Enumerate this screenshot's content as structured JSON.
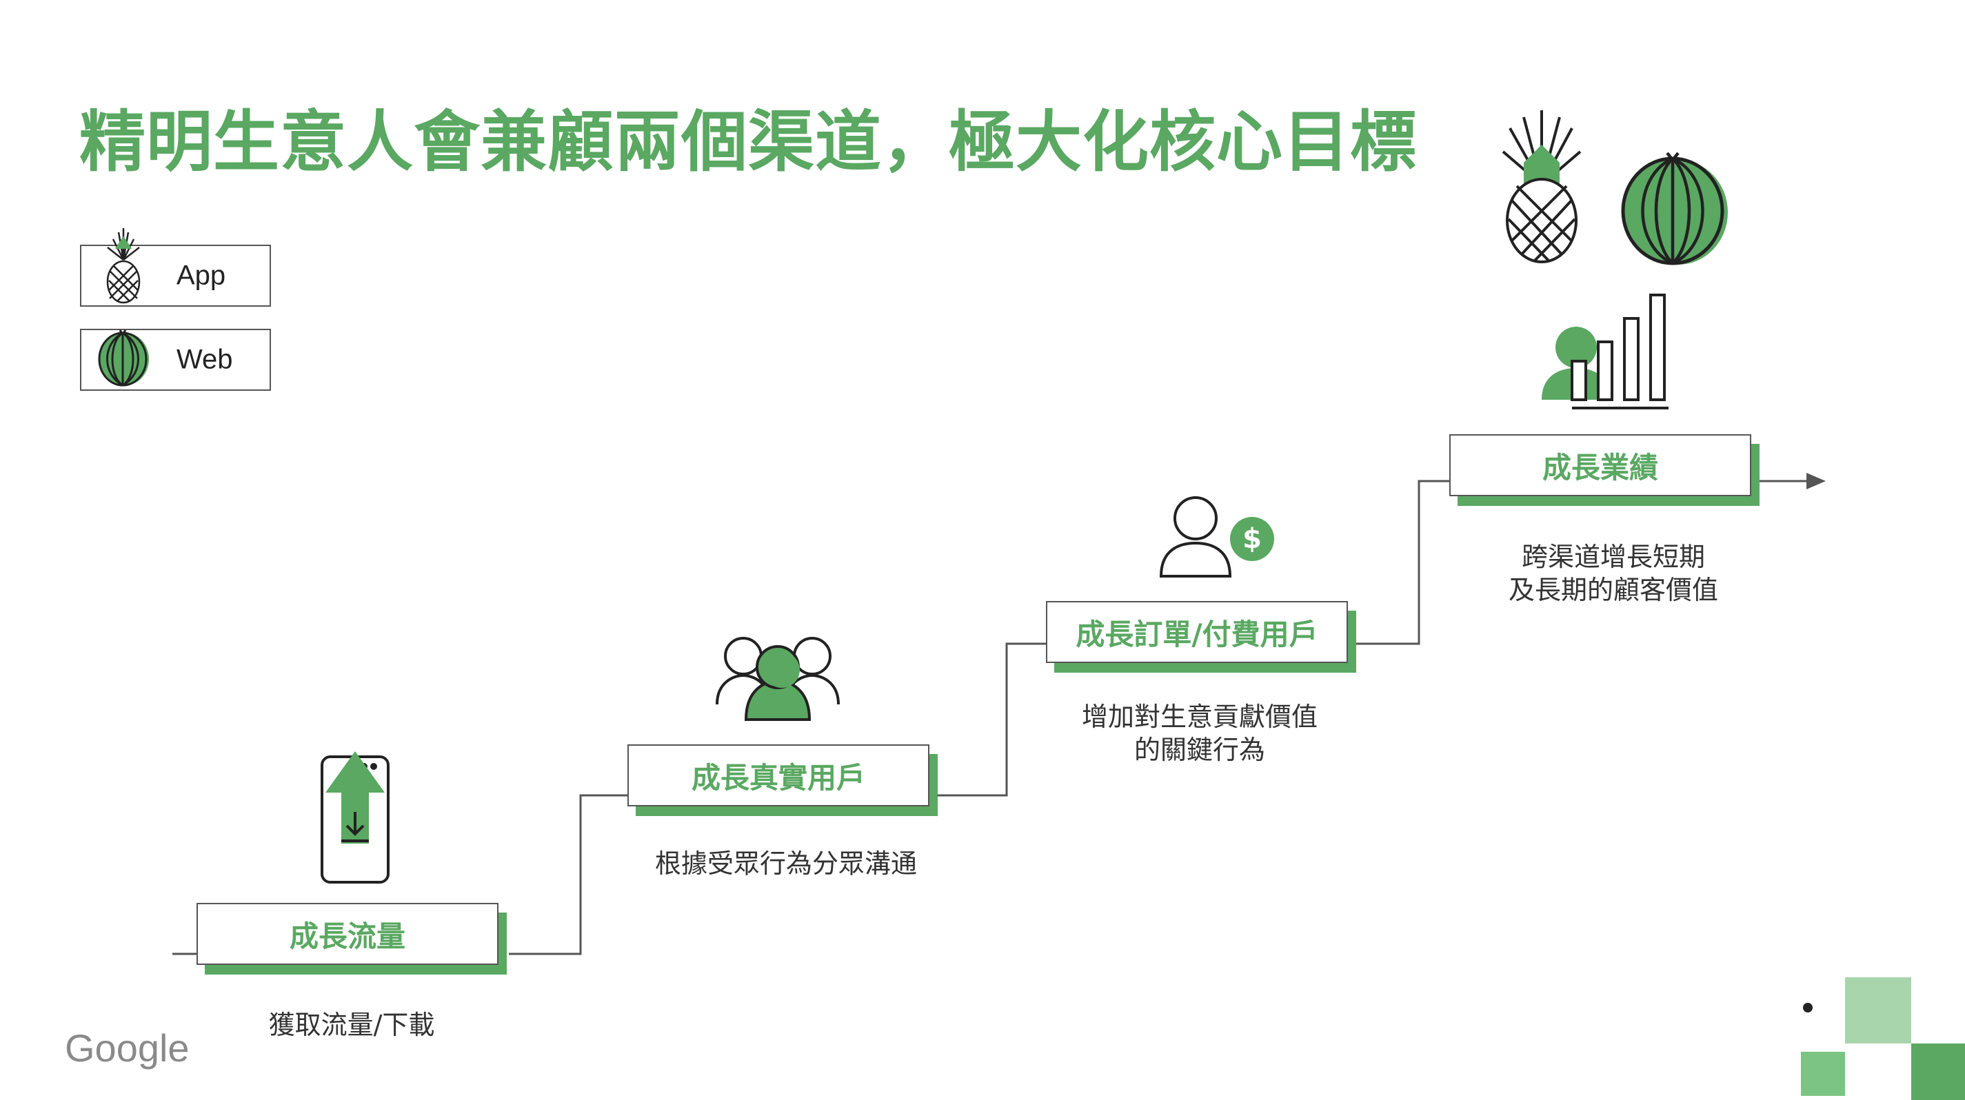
{
  "title": "精明生意人會兼顧兩個渠道，極大化核心目標",
  "legend": {
    "app": {
      "label": "App",
      "icon": "pineapple-icon"
    },
    "web": {
      "label": "Web",
      "icon": "watermelon-icon"
    }
  },
  "steps": [
    {
      "label": "成長流量",
      "desc_lines": [
        "獲取流量/下載"
      ],
      "icon": "phone-download-icon"
    },
    {
      "label": "成長真實用戶",
      "desc_lines": [
        "根據受眾行為分眾溝通"
      ],
      "icon": "user-group-icon"
    },
    {
      "label": "成長訂單/付費用戶",
      "desc_lines": [
        "增加對生意貢獻價值",
        "的關鍵行為"
      ],
      "icon": "paying-user-icon"
    },
    {
      "label": "成長業績",
      "desc_lines": [
        "跨渠道增長短期",
        "及長期的顧客價值"
      ],
      "icon": "user-growth-chart-icon"
    }
  ],
  "dollar_symbol": "$",
  "logo": "Google",
  "colors": {
    "accent": "#5aa862",
    "line": "#555555",
    "light_green": "#a8d5ab",
    "mid_green": "#7cc483"
  }
}
